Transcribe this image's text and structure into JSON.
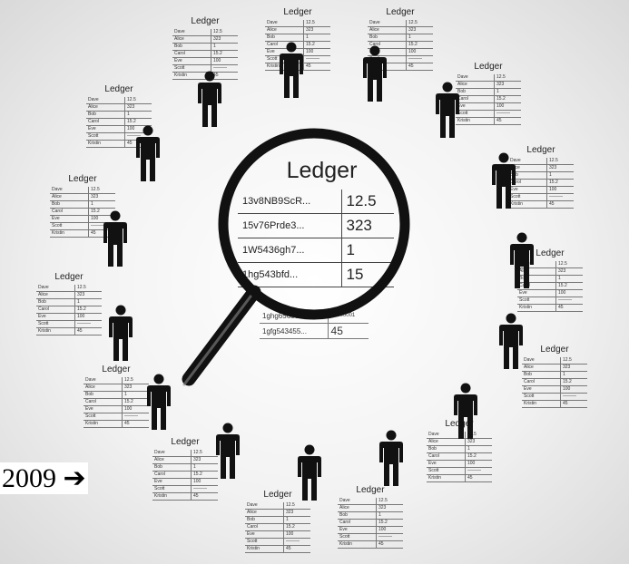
{
  "ledger_title": "Ledger",
  "ledger_rows": [
    {
      "name": "Dave",
      "value": "12.5"
    },
    {
      "name": "Alice",
      "value": "323"
    },
    {
      "name": "Bob",
      "value": "1"
    },
    {
      "name": "Carol",
      "value": "15.2"
    },
    {
      "name": "Eve",
      "value": "100"
    },
    {
      "name": "Scott",
      "value": "———"
    },
    {
      "name": "Kristin",
      "value": "45"
    }
  ],
  "magnified": {
    "title": "Ledger",
    "rows": [
      {
        "address": "13v8NB9ScR...",
        "value": "12.5"
      },
      {
        "address": "15v76Prde3...",
        "value": "323"
      },
      {
        "address": "1W5436gh7...",
        "value": "1"
      },
      {
        "address": "1hg543bfd...",
        "value": "15"
      }
    ],
    "below_rows": [
      {
        "address": "1ghg65656...",
        "value": "00000001"
      },
      {
        "address": "1gfg543455...",
        "value": "45"
      }
    ]
  },
  "year_label": "2009 ➔"
}
